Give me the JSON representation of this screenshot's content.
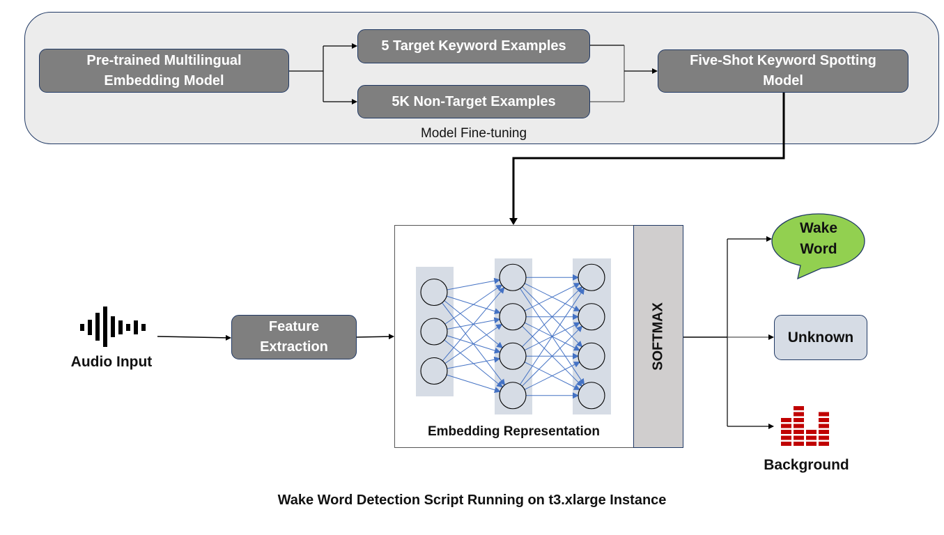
{
  "fine_tuning_group": {
    "label": "Model Fine-tuning",
    "pretrained_model": {
      "line1": "Pre-trained Multilingual",
      "line2": "Embedding Model"
    },
    "target_examples": "5 Target Keyword Examples",
    "non_target_examples": "5K Non-Target Examples",
    "kws_model": {
      "line1": "Five-Shot Keyword Spotting",
      "line2": "Model"
    }
  },
  "pipeline": {
    "audio_input": {
      "label": "Audio Input",
      "icon": "audio-waveform-icon"
    },
    "feature_extraction": {
      "line1": "Feature",
      "line2": "Extraction"
    },
    "embedding": {
      "label": "Embedding Representation",
      "layers": [
        3,
        4,
        4
      ]
    },
    "softmax_label": "SOFTMAX"
  },
  "outputs": {
    "wake_word": {
      "line1": "Wake",
      "line2": "Word",
      "icon": "speech-bubble-icon"
    },
    "unknown": "Unknown",
    "background": {
      "label": "Background",
      "icon": "equalizer-bars-icon"
    }
  },
  "caption": "Wake Word Detection Script Running on t3.xlarge Instance",
  "colors": {
    "group_bg": "#ececec",
    "box_gray": "#7f7f7f",
    "border_navy": "#1f3864",
    "nn_layer_bg": "#d6dce5",
    "nn_edge": "#4472c4",
    "softmax_bg": "#d0cece",
    "wake_word_green": "#92d050",
    "unknown_bg": "#d6dce5",
    "background_red": "#c00000"
  }
}
